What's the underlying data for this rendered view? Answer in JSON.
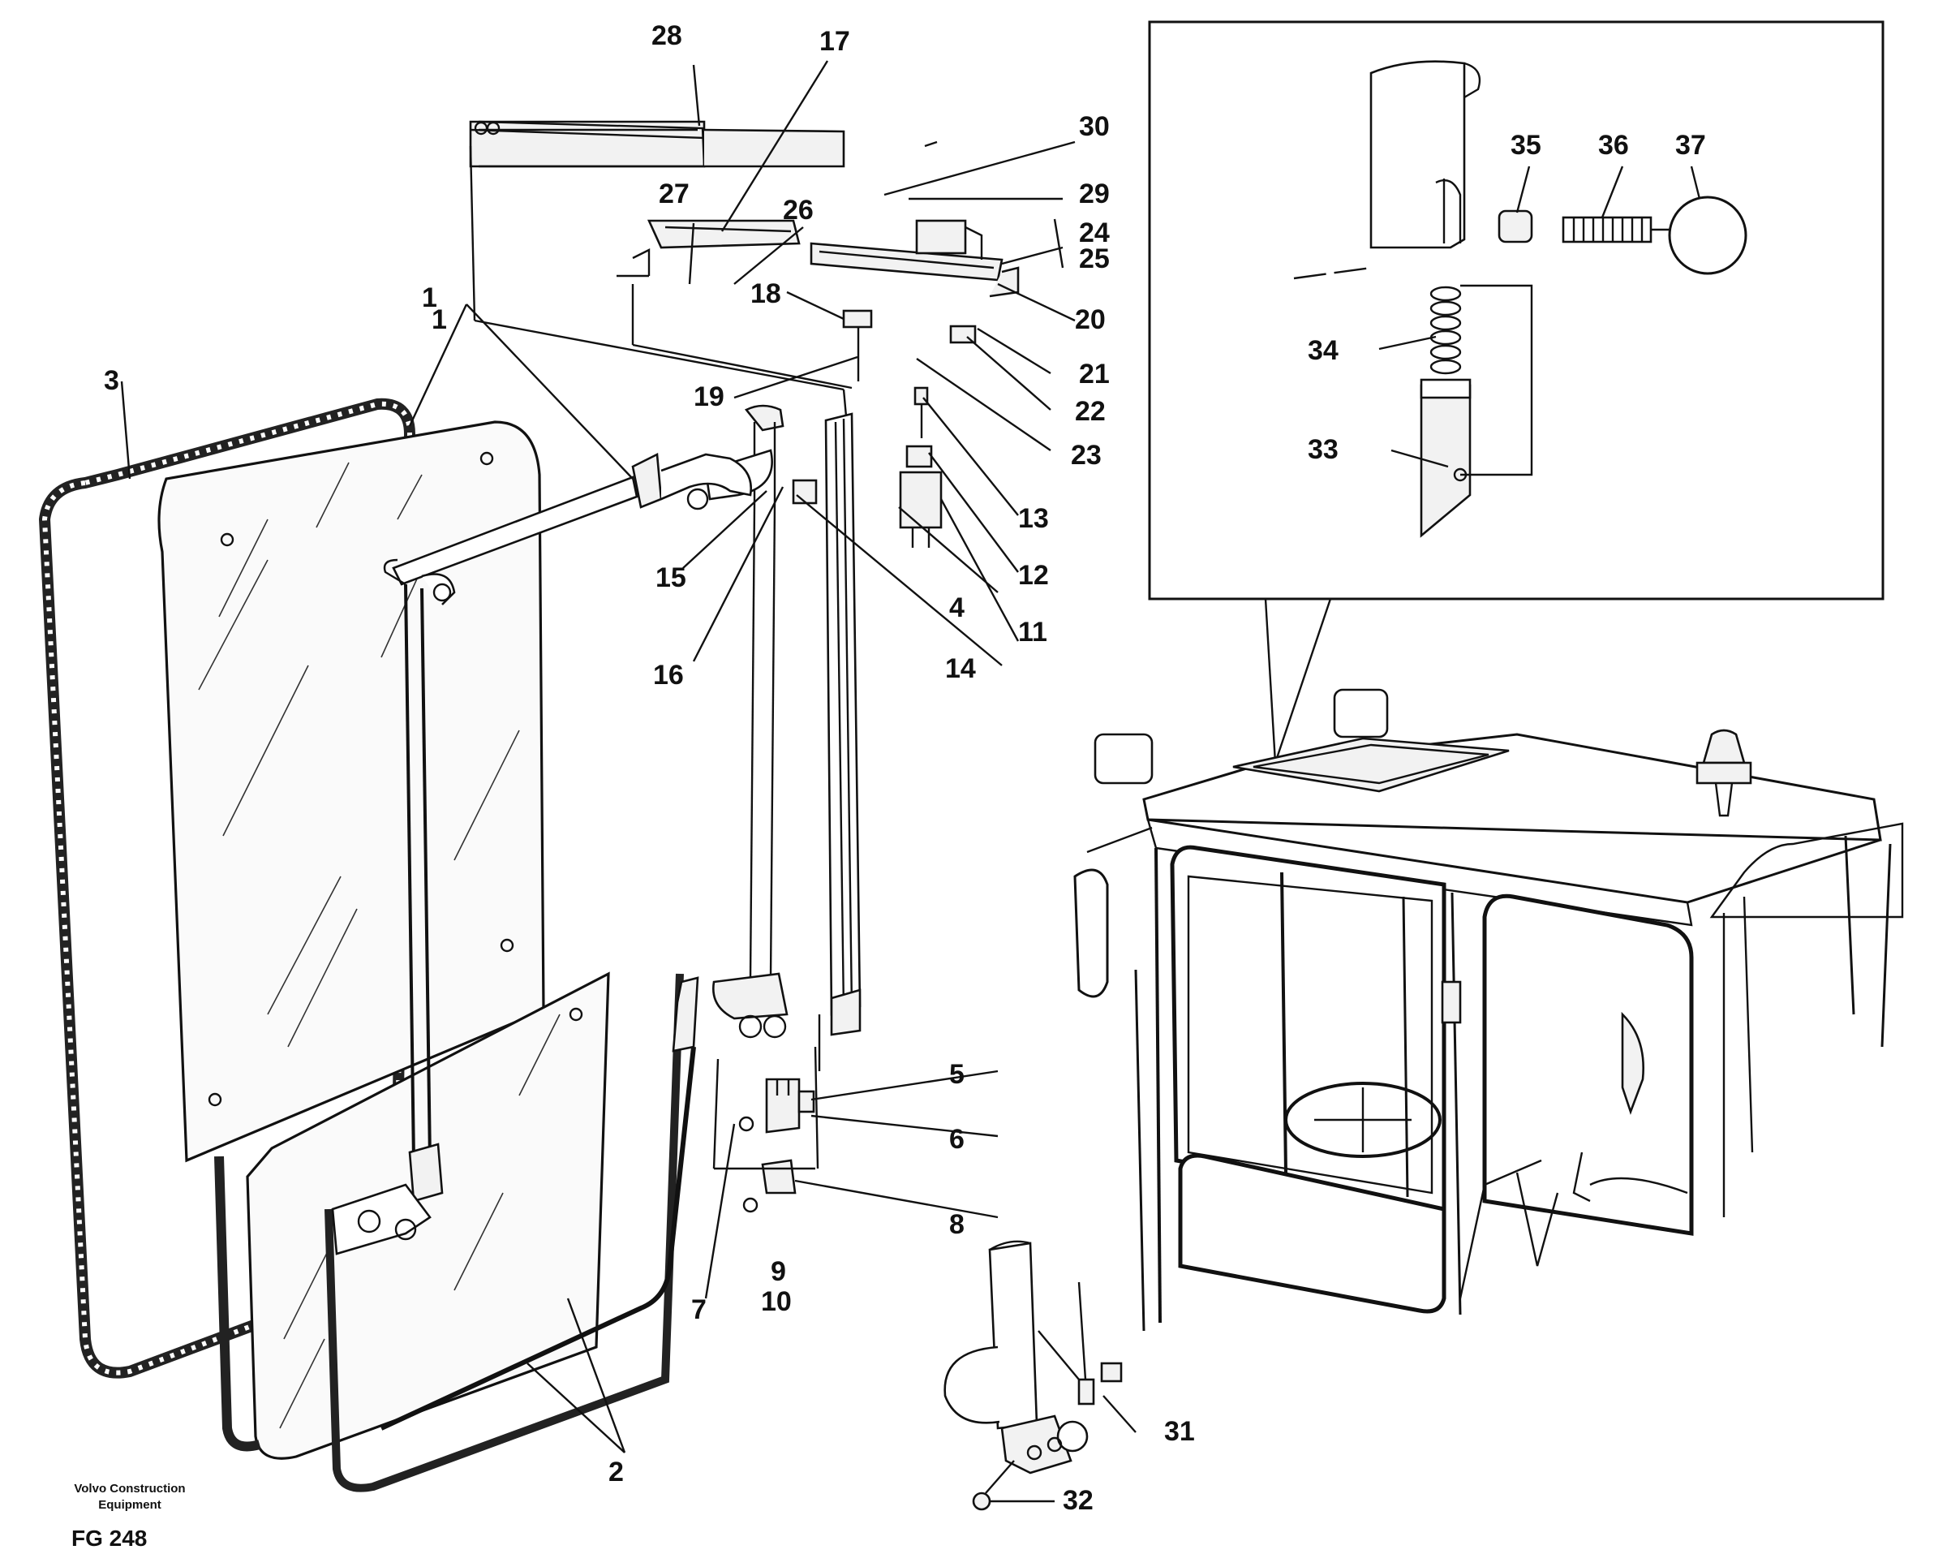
{
  "publisher": {
    "line1": "Volvo Construction",
    "line2": "Equipment"
  },
  "figure_code": "FG 248",
  "callouts": [
    "1",
    "1",
    "2",
    "3",
    "4",
    "5",
    "6",
    "7",
    "8",
    "9",
    "10",
    "11",
    "12",
    "13",
    "14",
    "15",
    "16",
    "17",
    "18",
    "19",
    "20",
    "21",
    "22",
    "23",
    "24",
    "25",
    "26",
    "27",
    "28",
    "29",
    "30",
    "31",
    "32",
    "33",
    "34",
    "35",
    "36",
    "37"
  ]
}
